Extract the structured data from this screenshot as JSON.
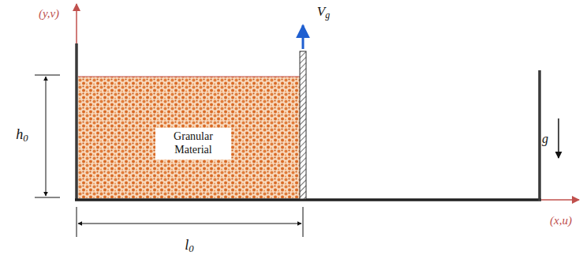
{
  "diagram": {
    "nodes": [
      {
        "text": [
          "Granular Material"
        ]
      }
    ],
    "labels": [
      "(y,v)",
      "Vg",
      "h0",
      "g",
      "l0",
      "(x,u)"
    ]
  }
}
